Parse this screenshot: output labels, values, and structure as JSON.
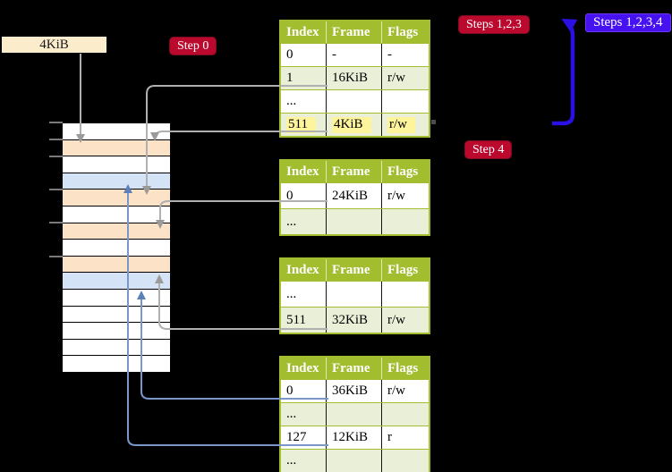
{
  "frame_box": {
    "label": "4KiB"
  },
  "badges": {
    "step0": {
      "label": "Step 0"
    },
    "steps123": {
      "label": "Steps 1,2,3"
    },
    "steps1234": {
      "label": "Steps 1,2,3,4"
    },
    "step4": {
      "label": "Step 4"
    }
  },
  "colors": {
    "table_header_green": "#a2bd2e",
    "table_border_green": "#a3bd31",
    "table_row_alt_green": "#eaf0d8",
    "yellow_highlight": "#fdf49c",
    "crimson_badge": "#bb092e",
    "blue_badge": "#4612ef",
    "memory_white": "#ffffff",
    "memory_peach": "#fce3c7",
    "memory_blue": "#d4e3f5",
    "gray_arrow": "#b0b0b0",
    "steelblue_arrow": "#7b97c9",
    "indigo_arrow": "#2b10e6"
  },
  "tables": [
    {
      "name": "page-table-level-1",
      "header": [
        "Index",
        "Frame",
        "Flags"
      ],
      "rows": [
        {
          "cells": [
            "0",
            "-",
            "-"
          ]
        },
        {
          "cells": [
            "1",
            "16KiB",
            "r/w"
          ]
        },
        {
          "cells": [
            "...",
            "",
            ""
          ]
        },
        {
          "cells": [
            "511",
            "4KiB",
            "r/w"
          ],
          "highlight": true
        }
      ]
    },
    {
      "name": "page-table-level-2",
      "header": [
        "Index",
        "Frame",
        "Flags"
      ],
      "rows": [
        {
          "cells": [
            "0",
            "24KiB",
            "r/w"
          ]
        },
        {
          "cells": [
            "...",
            "",
            ""
          ]
        }
      ]
    },
    {
      "name": "page-table-level-3",
      "header": [
        "Index",
        "Frame",
        "Flags"
      ],
      "rows": [
        {
          "cells": [
            "...",
            "",
            ""
          ]
        },
        {
          "cells": [
            "511",
            "32KiB",
            "r/w"
          ]
        }
      ]
    },
    {
      "name": "page-table-level-4",
      "header": [
        "Index",
        "Frame",
        "Flags"
      ],
      "rows": [
        {
          "cells": [
            "0",
            "36KiB",
            "r/w"
          ]
        },
        {
          "cells": [
            "...",
            "",
            ""
          ]
        },
        {
          "cells": [
            "127",
            "12KiB",
            "r"
          ]
        },
        {
          "cells": [
            "...",
            "",
            ""
          ]
        }
      ]
    }
  ],
  "memory_strip": {
    "rows": [
      "white",
      "peach",
      "white",
      "blue",
      "peach",
      "white",
      "peach",
      "white",
      "peach",
      "blue",
      "white",
      "white",
      "white",
      "white",
      "white"
    ]
  }
}
